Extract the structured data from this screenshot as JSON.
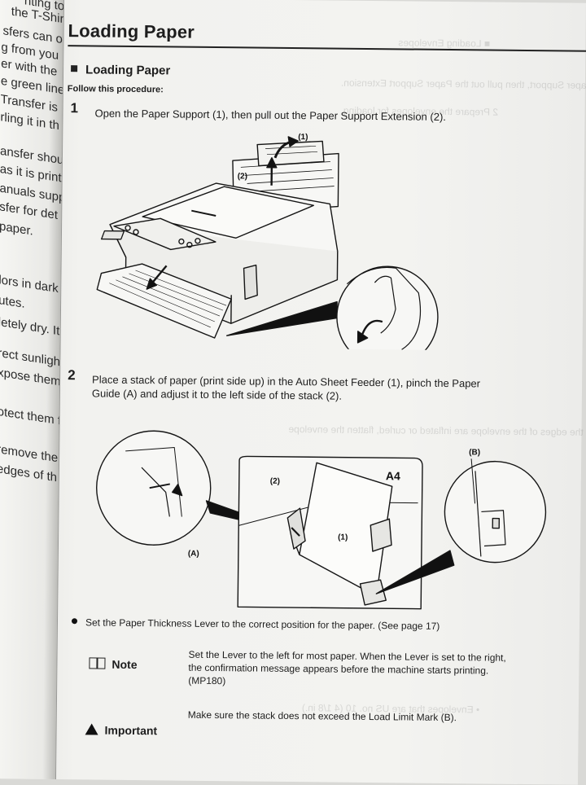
{
  "left_page": {
    "lines": [
      "nting to b",
      "the T-Shirt",
      "sfers can o",
      "g from you",
      "er with the",
      "e green line",
      "Transfer is",
      "rling it in th",
      "ansfer shou",
      "as it is print",
      "anuals supp",
      "sfer for det",
      "paper.",
      "lors in dark",
      "utes.",
      "letely dry. It",
      "rect sunligh",
      "xpose them",
      "otect them f",
      "remove the",
      "edges of th"
    ]
  },
  "page": {
    "title": "Loading Paper",
    "section_heading": "Loading Paper",
    "follow_text": "Follow this procedure:"
  },
  "steps": [
    {
      "number": "1",
      "text": "Open the Paper Support (1), then pull out the Paper Support Extension (2).",
      "callouts": [
        "(1)",
        "(2)"
      ]
    },
    {
      "number": "2",
      "text_line1": "Place a stack of paper (print side up) in the Auto Sheet Feeder (1), pinch the Paper",
      "text_line2": "Guide (A) and adjust it to the left side of the stack (2).",
      "callouts": [
        "(A)",
        "(2)",
        "A4",
        "(1)",
        "(B)"
      ]
    }
  ],
  "bullet": "Set the Paper Thickness Lever to the correct position for the paper. (See page 17)",
  "note": {
    "label": "Note",
    "text_line1": "Set the Lever to the left for most paper. When the Lever is set to the right,",
    "text_line2": "the confirmation message appears before the machine starts printing.",
    "text_line3": "(MP180)"
  },
  "important": {
    "label": "Important",
    "text": "Make sure the stack does not exceed the Load Limit Mark (B)."
  }
}
